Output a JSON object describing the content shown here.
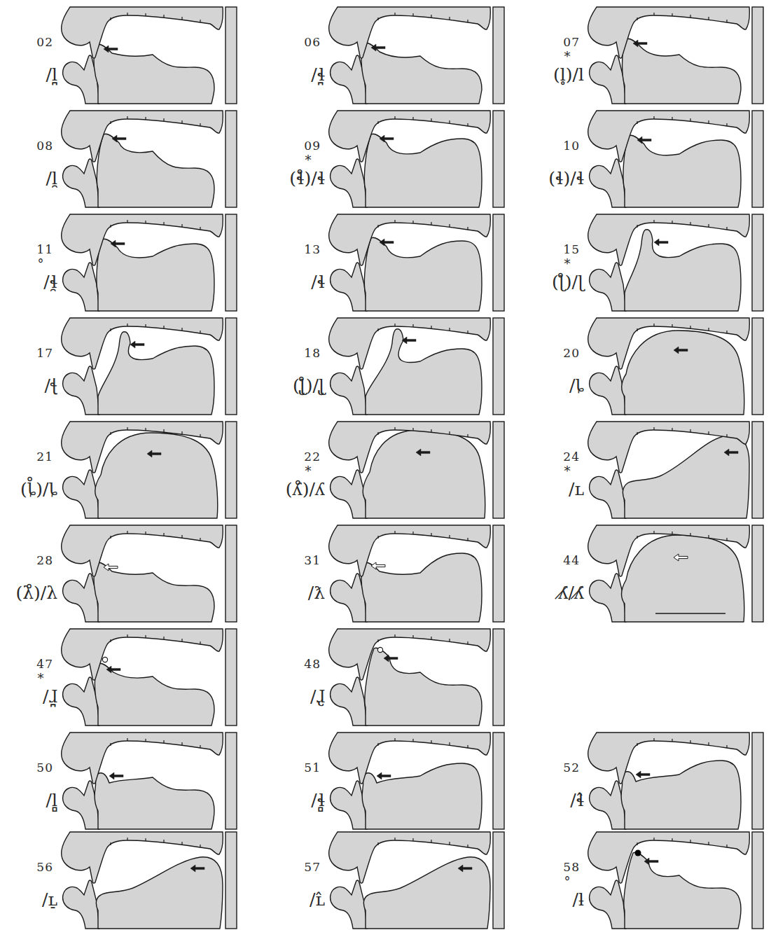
{
  "diagram": {
    "labels": [
      "02",
      "/l̪",
      "06",
      "/ɬ̪",
      "07",
      "*",
      "(l̥)/l",
      "08",
      "/l̯",
      "09",
      "*",
      "(ɬ̊)/ɬ",
      "10",
      "(ɬ)/ɬ",
      "11",
      "°",
      "/ɬ̯",
      "13",
      "/ɬ̵",
      "15",
      "*",
      "(ɭ̊)/ɭ",
      "17",
      "/ꞎ",
      "18",
      "(ɭ̢̊)/ɭ̢",
      "20",
      "/ȴ",
      "21",
      "(ȴ̊)/ȴ",
      "22",
      "*",
      "(ʎ̊)/ʎ",
      "24",
      "*",
      "/ʟ",
      "28",
      "(λ̊)/λ",
      "31",
      "/ƛ",
      "44",
      "ʎ̸/ʎ̸",
      "47",
      "*",
      "/ɺ̪",
      "48",
      "/ɺ̢",
      "50",
      "/l̻",
      "51",
      "/ɬ̻",
      "52",
      "/ɬ̂",
      "56",
      "/ʟ̠",
      "57",
      "/ʟ̂",
      "58",
      "°",
      "/ƚ"
    ]
  }
}
